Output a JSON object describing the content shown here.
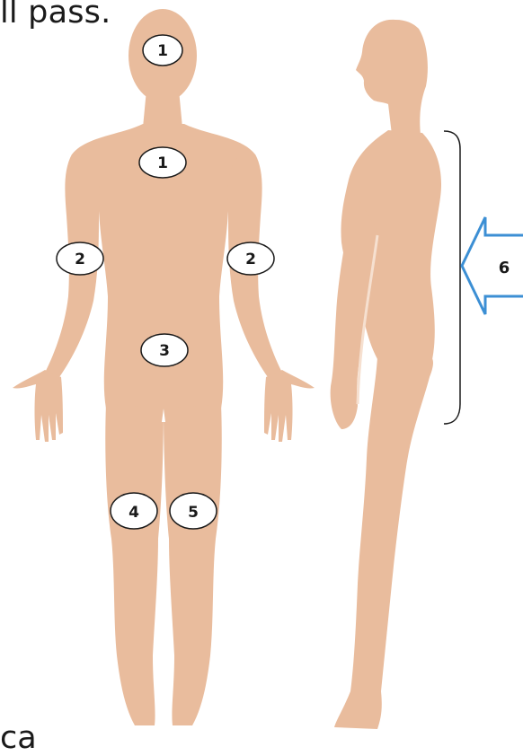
{
  "text": {
    "top_fragment": "ll pass.",
    "bottom_fragment": "ca"
  },
  "colors": {
    "skin": "#e9bc9d",
    "marker_fill": "#ffffff",
    "marker_stroke": "#1a1a1a",
    "arrow": "#3c8fd4",
    "bracket": "#1a1a1a"
  },
  "markers": [
    {
      "label": "1",
      "location": "head"
    },
    {
      "label": "1",
      "location": "upper-back"
    },
    {
      "label": "2",
      "location": "right-arm"
    },
    {
      "label": "2",
      "location": "left-arm"
    },
    {
      "label": "3",
      "location": "lower-back"
    },
    {
      "label": "4",
      "location": "right-thigh"
    },
    {
      "label": "5",
      "location": "left-thigh"
    }
  ],
  "side_marker": {
    "label": "6",
    "icon": "left-arrow-icon"
  }
}
